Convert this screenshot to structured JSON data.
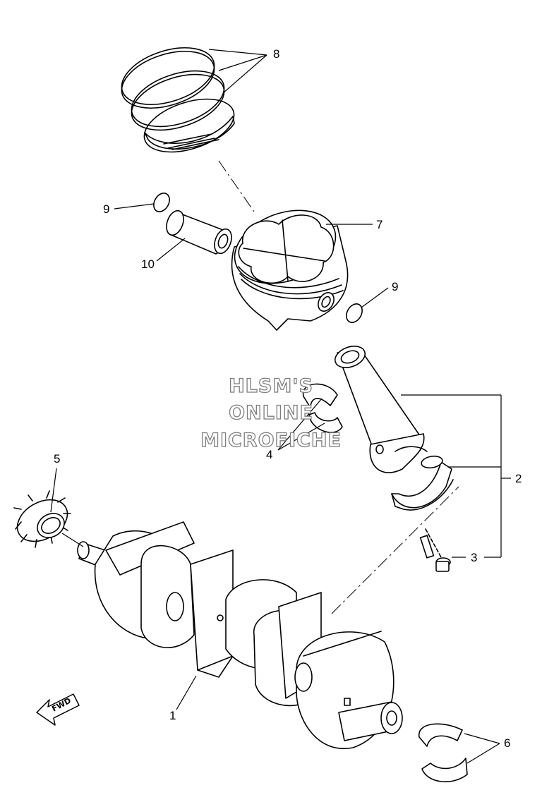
{
  "diagram": {
    "callouts": [
      {
        "id": "c1",
        "text": "1"
      },
      {
        "id": "c2",
        "text": "2"
      },
      {
        "id": "c3",
        "text": "3"
      },
      {
        "id": "c4",
        "text": "4"
      },
      {
        "id": "c5",
        "text": "5"
      },
      {
        "id": "c6",
        "text": "6"
      },
      {
        "id": "c7",
        "text": "7"
      },
      {
        "id": "c8",
        "text": "8"
      },
      {
        "id": "c9a",
        "text": "9"
      },
      {
        "id": "c9b",
        "text": "9"
      },
      {
        "id": "c10",
        "text": "10"
      }
    ],
    "watermark": {
      "line1": "HLSM'S",
      "line2": "ONLINE",
      "line3": "MICROFICHE"
    },
    "direction_badge": "FWD"
  }
}
